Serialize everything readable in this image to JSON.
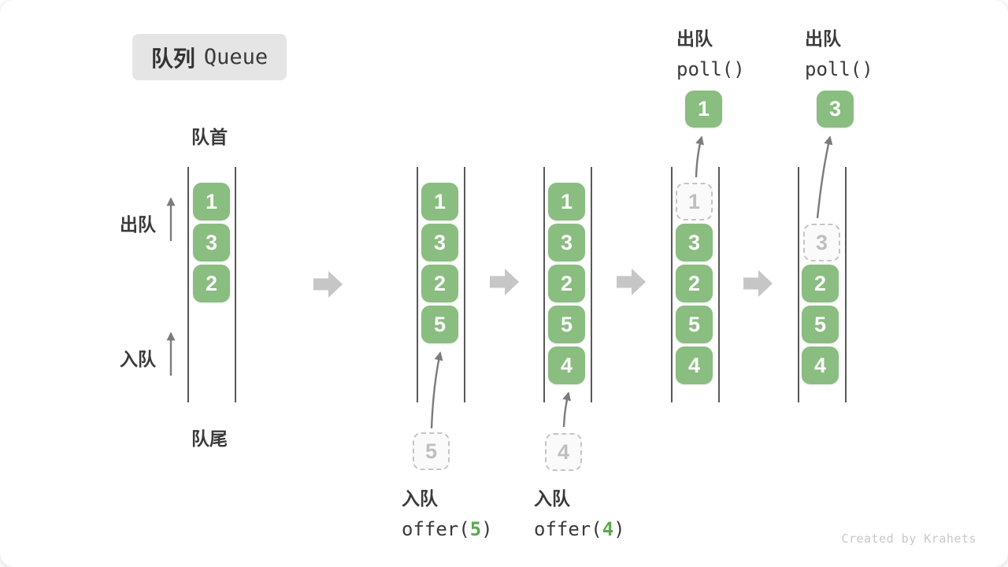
{
  "title": {
    "zh": "队列",
    "en": "Queue"
  },
  "side_labels": {
    "front": "队首",
    "rear": "队尾",
    "dequeue": "出队",
    "enqueue": "入队"
  },
  "poll_ops": [
    {
      "zh": "出队",
      "code": "poll()",
      "value": "1"
    },
    {
      "zh": "出队",
      "code": "poll()",
      "value": "3"
    }
  ],
  "offer_ops": [
    {
      "zh": "入队",
      "prefix": "offer(",
      "arg": "5",
      "suffix": ")"
    },
    {
      "zh": "入队",
      "prefix": "offer(",
      "arg": "4",
      "suffix": ")"
    }
  ],
  "columns": [
    {
      "cells": [
        {
          "value": "1"
        },
        {
          "value": "3"
        },
        {
          "value": "2"
        }
      ]
    },
    {
      "cells": [
        {
          "value": "1"
        },
        {
          "value": "3"
        },
        {
          "value": "2"
        },
        {
          "value": "5"
        }
      ],
      "pending": {
        "value": "5"
      }
    },
    {
      "cells": [
        {
          "value": "1"
        },
        {
          "value": "3"
        },
        {
          "value": "2"
        },
        {
          "value": "5"
        },
        {
          "value": "4"
        }
      ],
      "pending": {
        "value": "4"
      }
    },
    {
      "cells": [
        {
          "value": "1",
          "state": "removed"
        },
        {
          "value": "3"
        },
        {
          "value": "2"
        },
        {
          "value": "5"
        },
        {
          "value": "4"
        }
      ],
      "out": {
        "value": "1"
      }
    },
    {
      "cells": [
        {
          "value": "3",
          "state": "removed"
        },
        {
          "value": "2"
        },
        {
          "value": "5"
        },
        {
          "value": "4"
        }
      ],
      "out": {
        "value": "3"
      }
    }
  ],
  "watermark": "Created by Krahets",
  "colors": {
    "cell_green": "#8abd80",
    "code_green": "#5ca84f",
    "block_arrow_gray": "#c6c6c6",
    "thin_arrow_gray": "#7b7b7b",
    "title_bg": "#e5e5e5",
    "text_dark": "#3a3a3a"
  }
}
